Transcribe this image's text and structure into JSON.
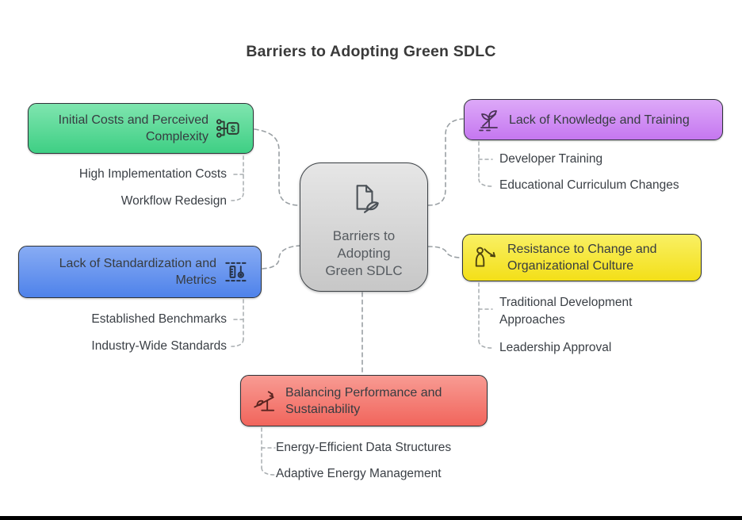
{
  "title": "Barriers to Adopting Green SDLC",
  "center": {
    "label": "Barriers to\nAdopting\nGreen SDLC",
    "icon": "document-leaf-icon"
  },
  "colors": {
    "costs": "#3ecf84",
    "standardization": "#4e82ea",
    "knowledge": "#c577f0",
    "resistance": "#f3df18",
    "balance": "#f1655c",
    "center": "#d6d6d6",
    "connector": "#9aa0a4"
  },
  "branches": {
    "costs": {
      "title": "Initial Costs and Perceived Complexity",
      "icon": "price-tag-flow-icon",
      "children": [
        "High Implementation Costs",
        "Workflow Redesign"
      ]
    },
    "standardization": {
      "title": "Lack of Standardization and Metrics",
      "icon": "ruler-metrics-icon",
      "children": [
        "Established Benchmarks",
        "Industry-Wide Standards"
      ]
    },
    "knowledge": {
      "title": "Lack of Knowledge and Training",
      "icon": "sprout-icon",
      "children": [
        "Developer Training",
        "Educational Curriculum Changes"
      ]
    },
    "resistance": {
      "title": "Resistance to Change and Organizational Culture",
      "icon": "person-change-arrow-icon",
      "children": [
        "Traditional Development Approaches",
        "Leadership Approval"
      ]
    },
    "balance": {
      "title": "Balancing Performance and Sustainability",
      "icon": "balance-leaf-icon",
      "children": [
        "Energy-Efficient Data Structures",
        "Adaptive Energy Management"
      ]
    }
  }
}
